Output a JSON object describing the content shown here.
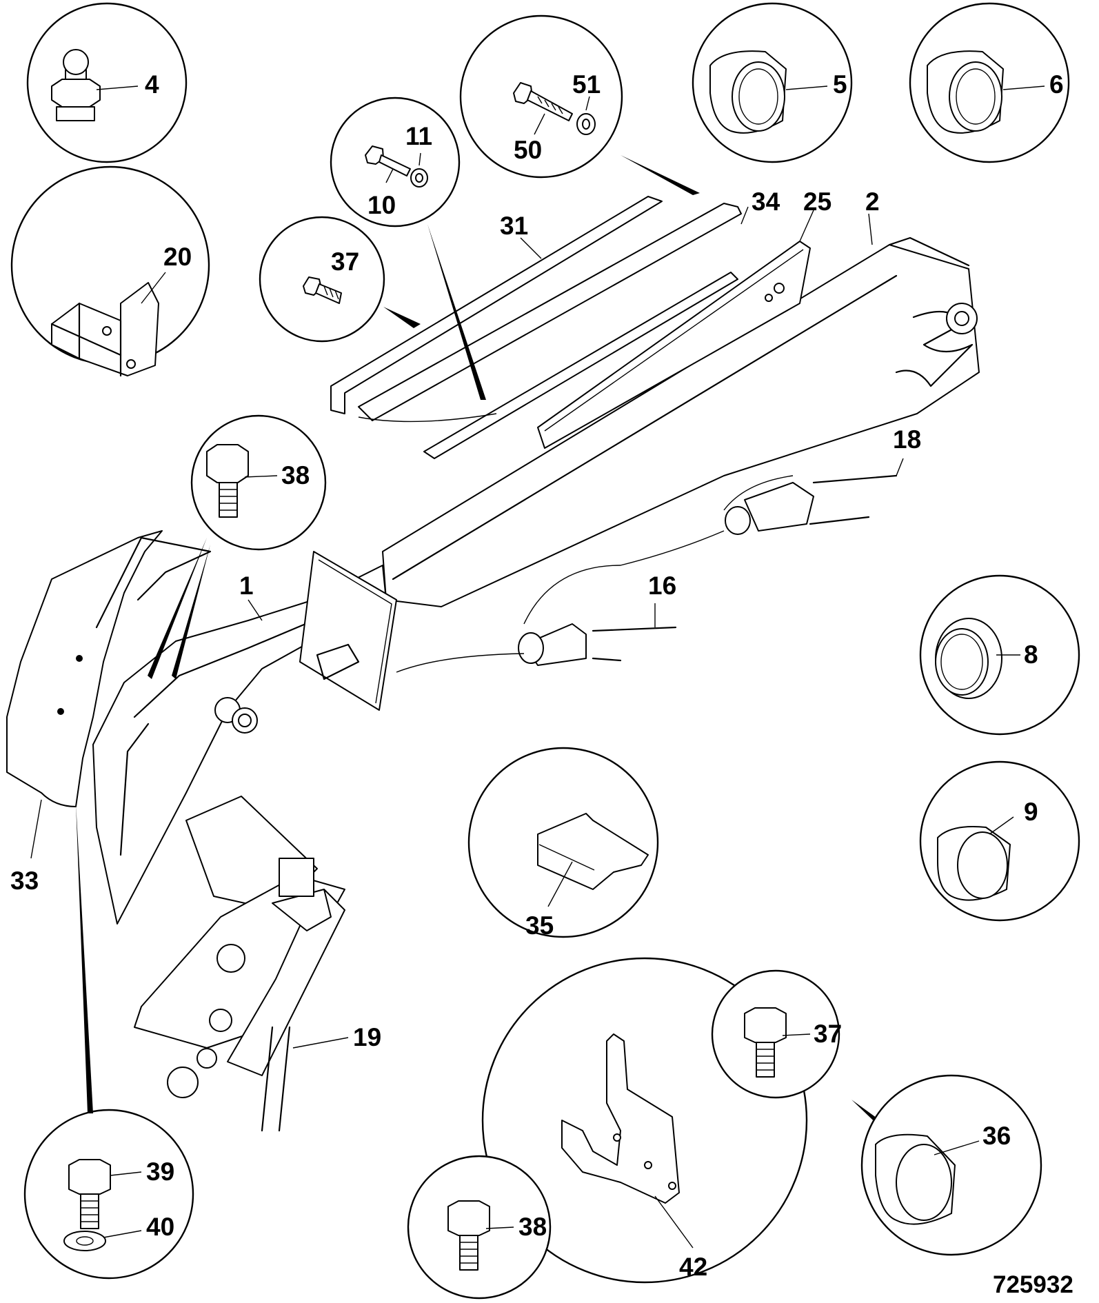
{
  "figure": {
    "reference_number": "725932",
    "callouts": {
      "c1": "1",
      "c2": "2",
      "c4": "4",
      "c5": "5",
      "c6": "6",
      "c8": "8",
      "c9": "9",
      "c10": "10",
      "c11": "11",
      "c16": "16",
      "c18": "18",
      "c19": "19",
      "c20": "20",
      "c25": "25",
      "c31": "31",
      "c33": "33",
      "c34": "34",
      "c35": "35",
      "c36": "36",
      "c37a": "37",
      "c37b": "37",
      "c38a": "38",
      "c38b": "38",
      "c39": "39",
      "c40": "40",
      "c42": "42",
      "c50": "50",
      "c51": "51"
    }
  }
}
